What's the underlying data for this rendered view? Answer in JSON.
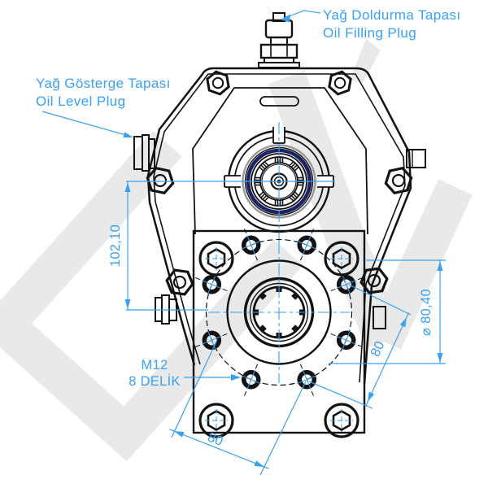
{
  "drawing": {
    "view_name": "gearbox-front-view",
    "callouts": {
      "oil_filling": {
        "title_tr": "Yağ Doldurma Tapası",
        "title_en": "Oil Filling Plug"
      },
      "oil_level": {
        "title_tr": "Yağ Gösterge Tapası",
        "title_en": "Oil Level Plug"
      },
      "bolt_pattern": {
        "size": "M12",
        "count": "8 DELİK"
      }
    },
    "dimensions": {
      "center_height": "102,10",
      "pilot_diameter": "⌀ 80,40",
      "hole_spacing_right": "80",
      "hole_spacing_bottom": "80"
    },
    "colors": {
      "annotation_blue": "#38A1F2",
      "drawing_black": "#121212",
      "seal_ring_navy": "#1B2363",
      "bearing_ring_gray": "#9A9A9A",
      "watermark_gray": "#E9E9E9"
    }
  }
}
